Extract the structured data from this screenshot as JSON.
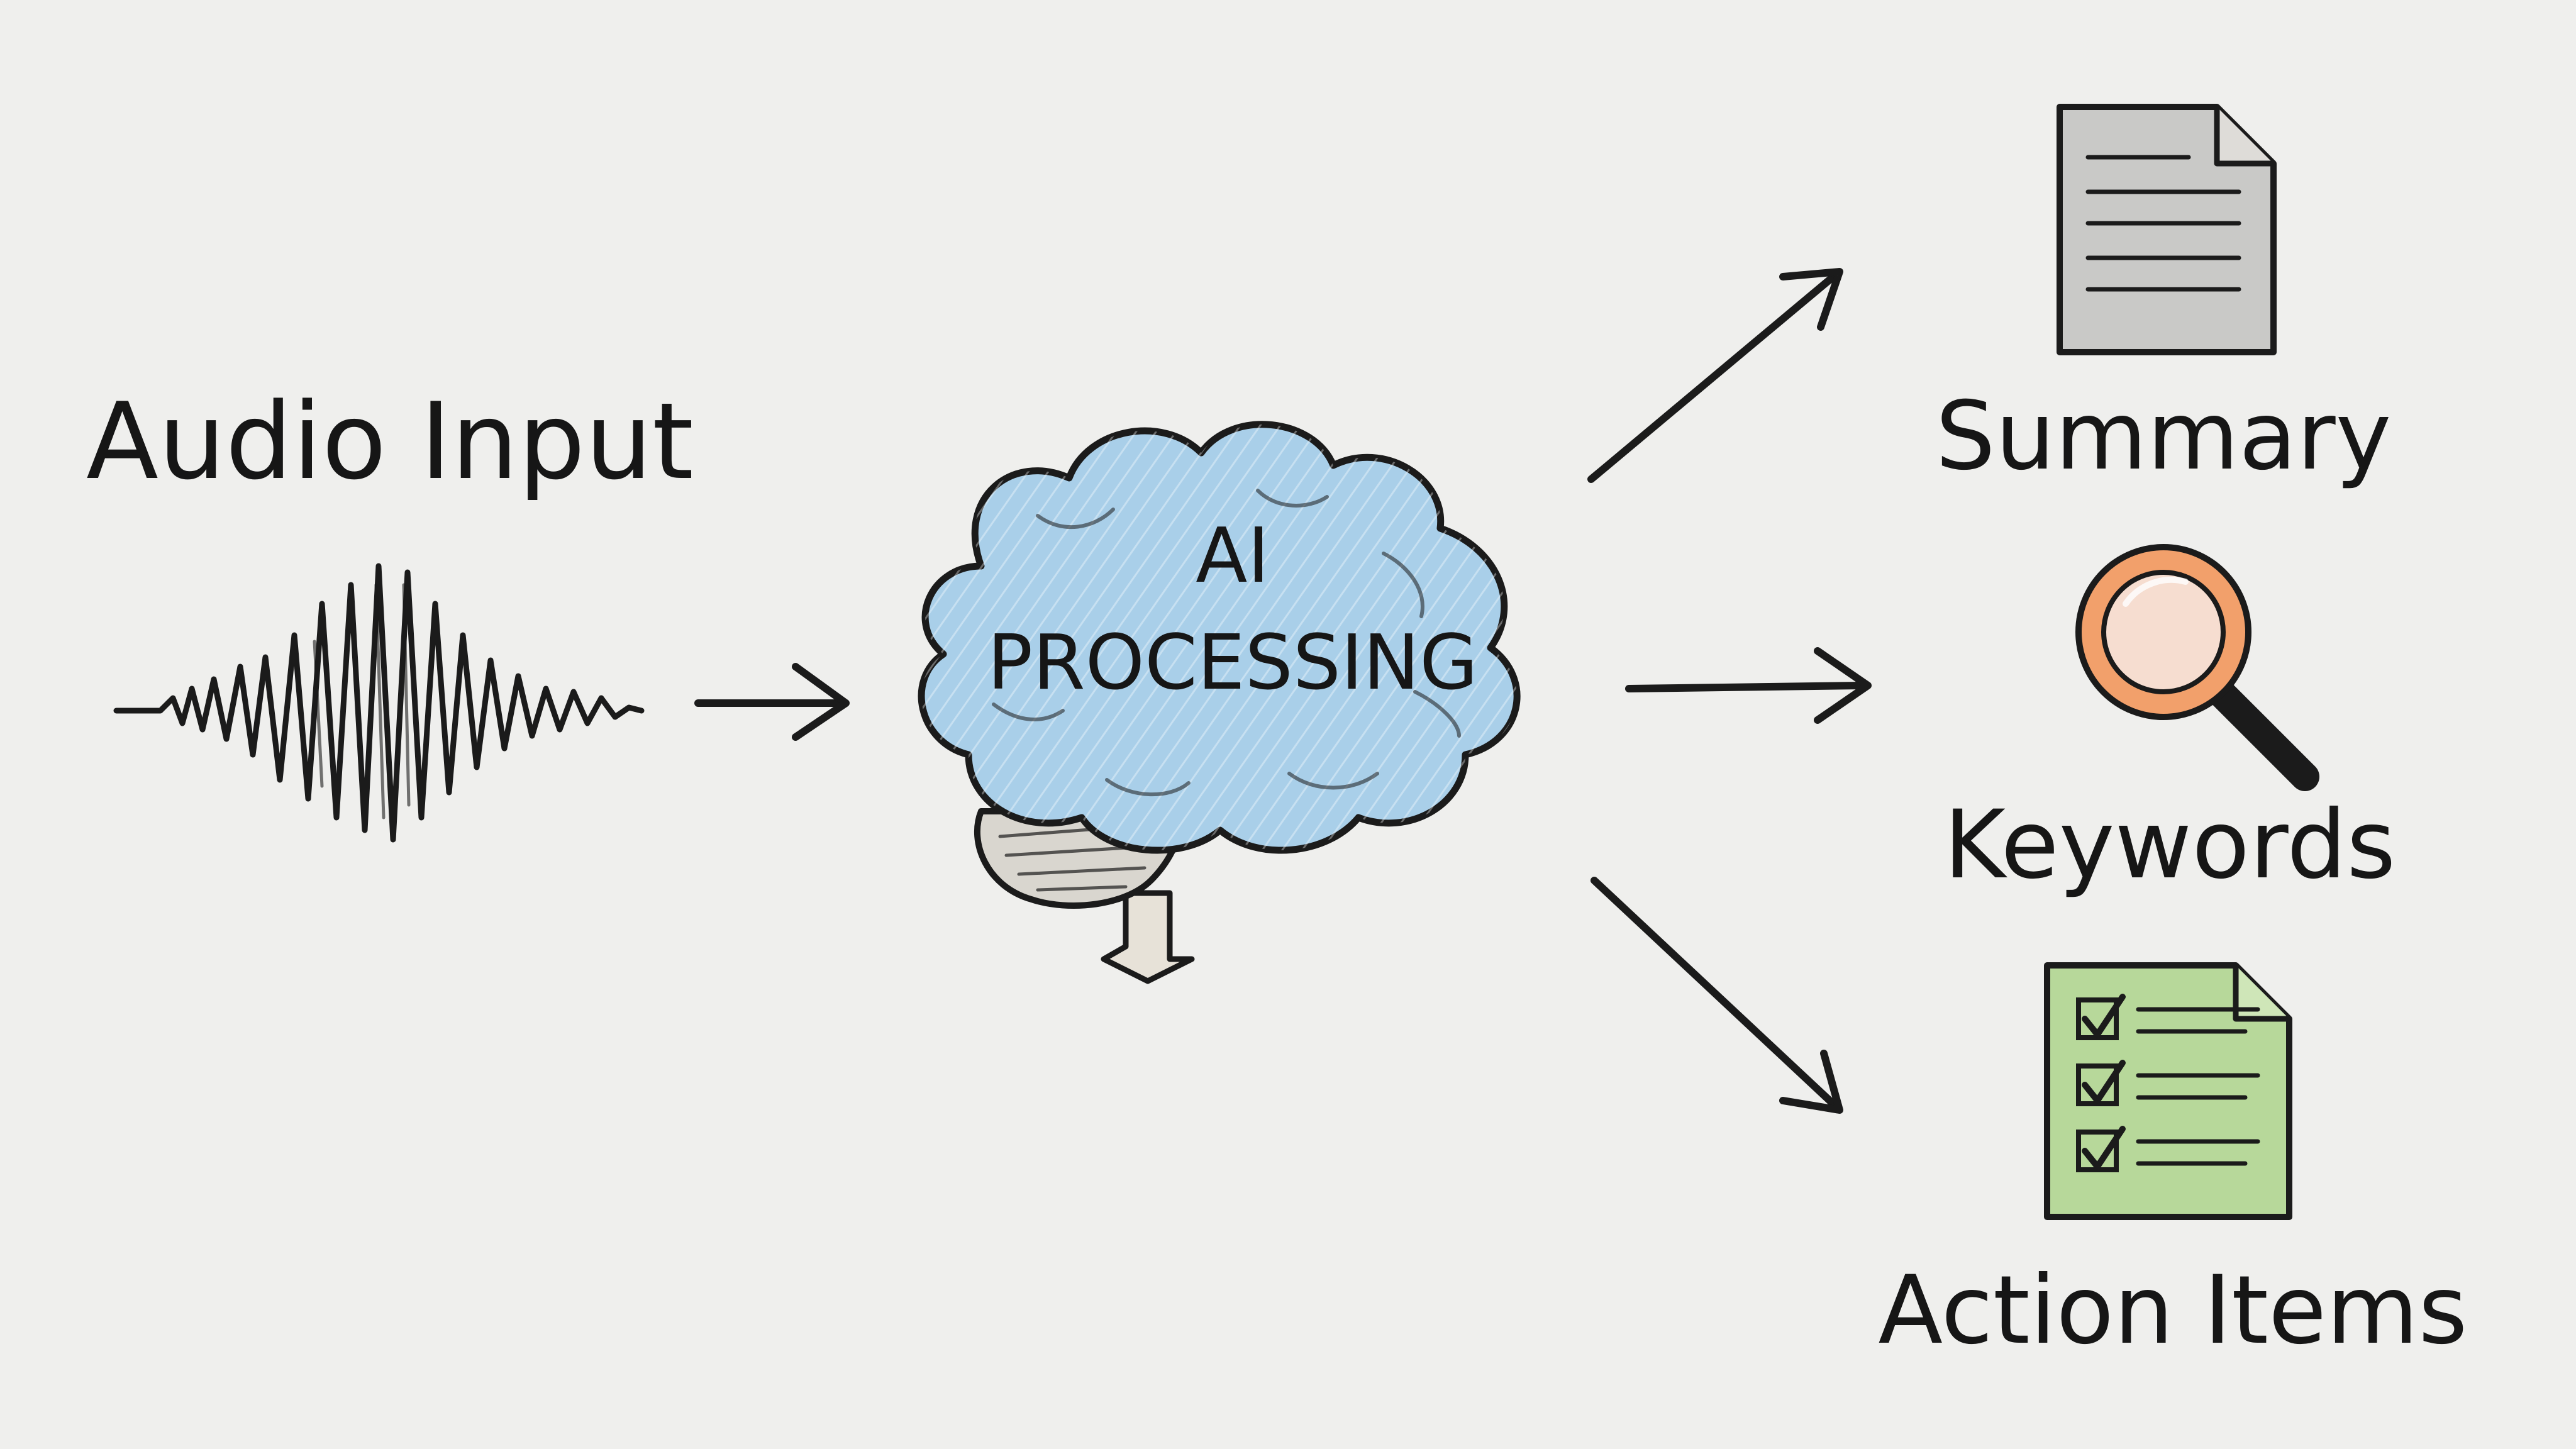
{
  "input": {
    "label": "Audio Input"
  },
  "processor": {
    "line1": "AI",
    "line2": "PROCESSING"
  },
  "outputs": [
    {
      "label": "Summary",
      "icon": "document-icon"
    },
    {
      "label": "Keywords",
      "icon": "magnifying-glass-icon"
    },
    {
      "label": "Action Items",
      "icon": "checklist-icon"
    }
  ],
  "colors": {
    "background": "#efefed",
    "ink": "#1b1b1b",
    "brain_fill": "#a9cfe9",
    "document_fill": "#c9c9c7",
    "magnifier_ring": "#f2a06b",
    "checklist_fill": "#b7d89a"
  }
}
